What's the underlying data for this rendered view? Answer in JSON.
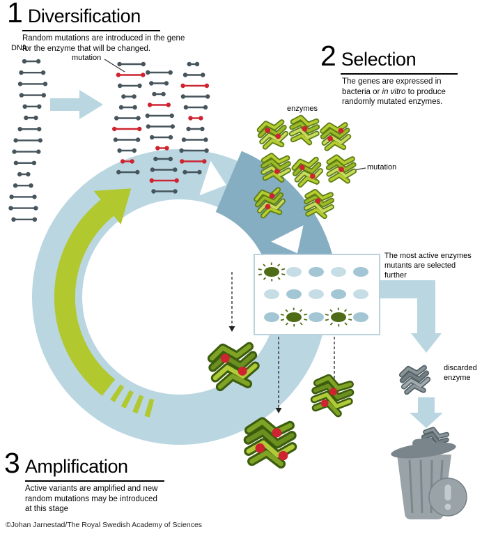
{
  "steps": {
    "diversification": {
      "number": "1",
      "title": "Diversification",
      "description": "Random mutations are introduced in the gene\nfor the enzyme that will be changed."
    },
    "selection": {
      "number": "2",
      "title": "Selection",
      "description_part1": "The genes are expressed in bacteria or ",
      "description_italic": "in vitro",
      "description_part2": " to produce randomly mutated enzymes."
    },
    "amplification": {
      "number": "3",
      "title": "Amplification",
      "description": "Active variants are amplified and new\nrandom mutations may be introduced\nat this stage"
    }
  },
  "labels": {
    "dna": "DNA",
    "mutation_dna": "mutation",
    "enzymes": "enzymes",
    "mutation_enzyme": "mutation",
    "plate_note": "The most active enzymes\nmutants are selected\nfurther",
    "discarded_enzyme": "discarded\nenzyme"
  },
  "footer": {
    "credit": "©Johan Jarnestad/The Royal Swedish Academy of Sciences"
  },
  "colors": {
    "cycle_light_blue": "#b9d6e1",
    "cycle_dark_blue": "#86aec2",
    "amplify_green": "#b2c82f",
    "mutation_red": "#ce2430",
    "dna_gray": "#46545c",
    "enzyme_green": "#b6cd31",
    "enzyme_outline_green": "#5d7d15",
    "selected_green": "#7fa324",
    "selected_outline_green": "#3c5c0e",
    "discard_gray": "#8b969b",
    "discard_outline_gray": "#556267",
    "well_blue": "#a3c6d4",
    "well_light_blue": "#c6dde6",
    "active_well_green": "#4e6b15",
    "plate_border": "#b9d2dd",
    "trash_body_gray": "#99a3a8",
    "trash_lid_gray": "#79858a"
  }
}
